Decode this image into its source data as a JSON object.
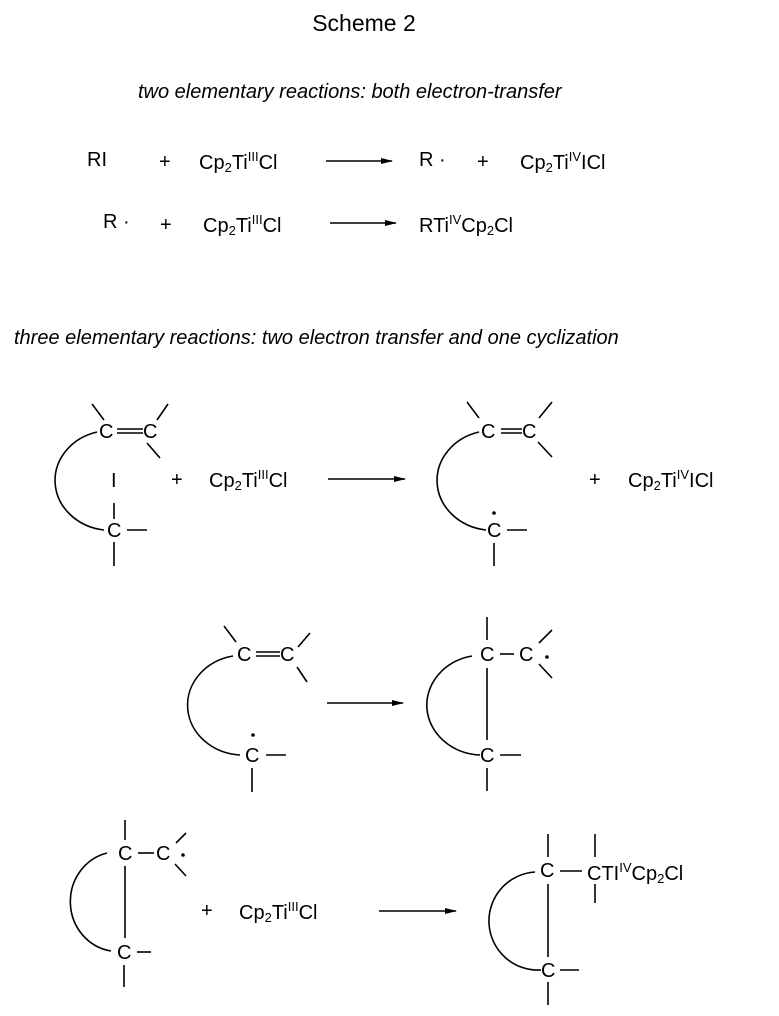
{
  "title": "Scheme 2",
  "section1": {
    "heading": "two elementary reactions:  both electron-transfer",
    "reactions": [
      {
        "reactant1": "RI",
        "plus": "+",
        "reagent": {
          "base": "Cp",
          "sub": "2",
          "mid": "Ti",
          "sup": "III",
          "tail": "Cl"
        },
        "product1": "R",
        "radical_dot": "·",
        "plus2": "+",
        "product2": {
          "base": "Cp",
          "sub": "2",
          "mid": "Ti",
          "sup": "IV",
          "tail": "ICl"
        }
      },
      {
        "reactant1": "R",
        "radical_dot": "·",
        "plus": "+",
        "reagent": {
          "base": "Cp",
          "sub": "2",
          "mid": "Ti",
          "sup": "III",
          "tail": "Cl"
        },
        "product": {
          "base": "RTi",
          "sup": "IV",
          "mid": "Cp",
          "sub": "2",
          "tail": "Cl"
        }
      }
    ]
  },
  "section2": {
    "heading": "three elementary reactions:  two electron transfer and one cyclization",
    "atom_label": "C",
    "iodine_label": "I",
    "plus": "+",
    "step1": {
      "reagent": {
        "base": "Cp",
        "sub": "2",
        "mid": "Ti",
        "sup": "III",
        "tail": "Cl"
      },
      "byproduct": {
        "base": "Cp",
        "sub": "2",
        "mid": "Ti",
        "sup": "IV",
        "tail": "ICl"
      }
    },
    "step3": {
      "reagent": {
        "base": "Cp",
        "sub": "2",
        "mid": "Ti",
        "sup": "III",
        "tail": "Cl"
      },
      "product_label": {
        "base": "CTI",
        "sup": "IV",
        "mid": "Cp",
        "sub": "2",
        "tail": "Cl"
      }
    }
  }
}
